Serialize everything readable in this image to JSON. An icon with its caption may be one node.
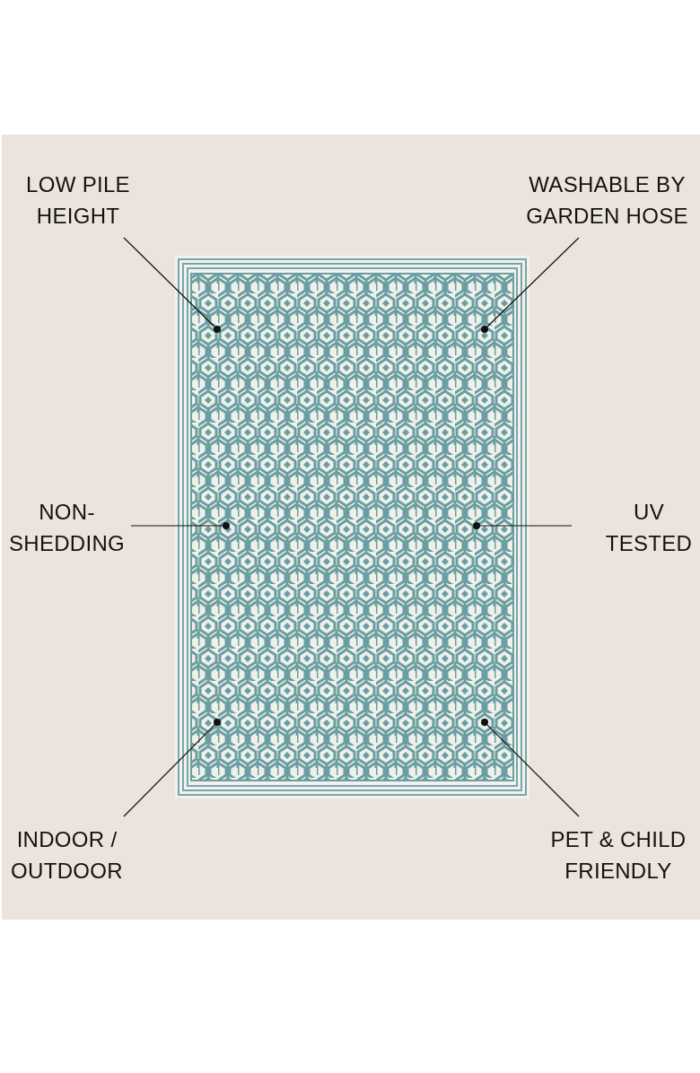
{
  "diagram": {
    "nodes": [
      {
        "text": [
          "LOW PILE HEIGHT"
        ]
      },
      {
        "text": [
          "WASHABLE BY GARDEN HOSE"
        ]
      },
      {
        "text": [
          "NON-SHEDDING"
        ]
      },
      {
        "text": [
          "UV TESTED"
        ]
      },
      {
        "text": [
          "INDOOR / OUTDOOR"
        ]
      },
      {
        "text": [
          "PET & CHILD FRIENDLY"
        ]
      },
      {
        "text": [],
        "shape": "picture"
      },
      {
        "text": [],
        "shape": "circle",
        "in": 6
      },
      {
        "text": [],
        "shape": "circle",
        "in": 6
      },
      {
        "text": [],
        "shape": "circle",
        "in": 6
      },
      {
        "text": [],
        "shape": "circle",
        "in": 6
      },
      {
        "text": [],
        "shape": "circle",
        "in": 6
      },
      {
        "text": [],
        "shape": "circle",
        "in": 6
      }
    ],
    "edges": [
      {
        "from": 0,
        "to": 7,
        "arrow": "none"
      },
      {
        "from": 1,
        "to": 8,
        "arrow": "none"
      },
      {
        "from": 2,
        "to": 9,
        "arrow": "none"
      },
      {
        "from": 3,
        "to": 10,
        "arrow": "none"
      },
      {
        "from": 4,
        "to": 11,
        "arrow": "none"
      },
      {
        "from": 5,
        "to": 12,
        "arrow": "none"
      }
    ]
  }
}
